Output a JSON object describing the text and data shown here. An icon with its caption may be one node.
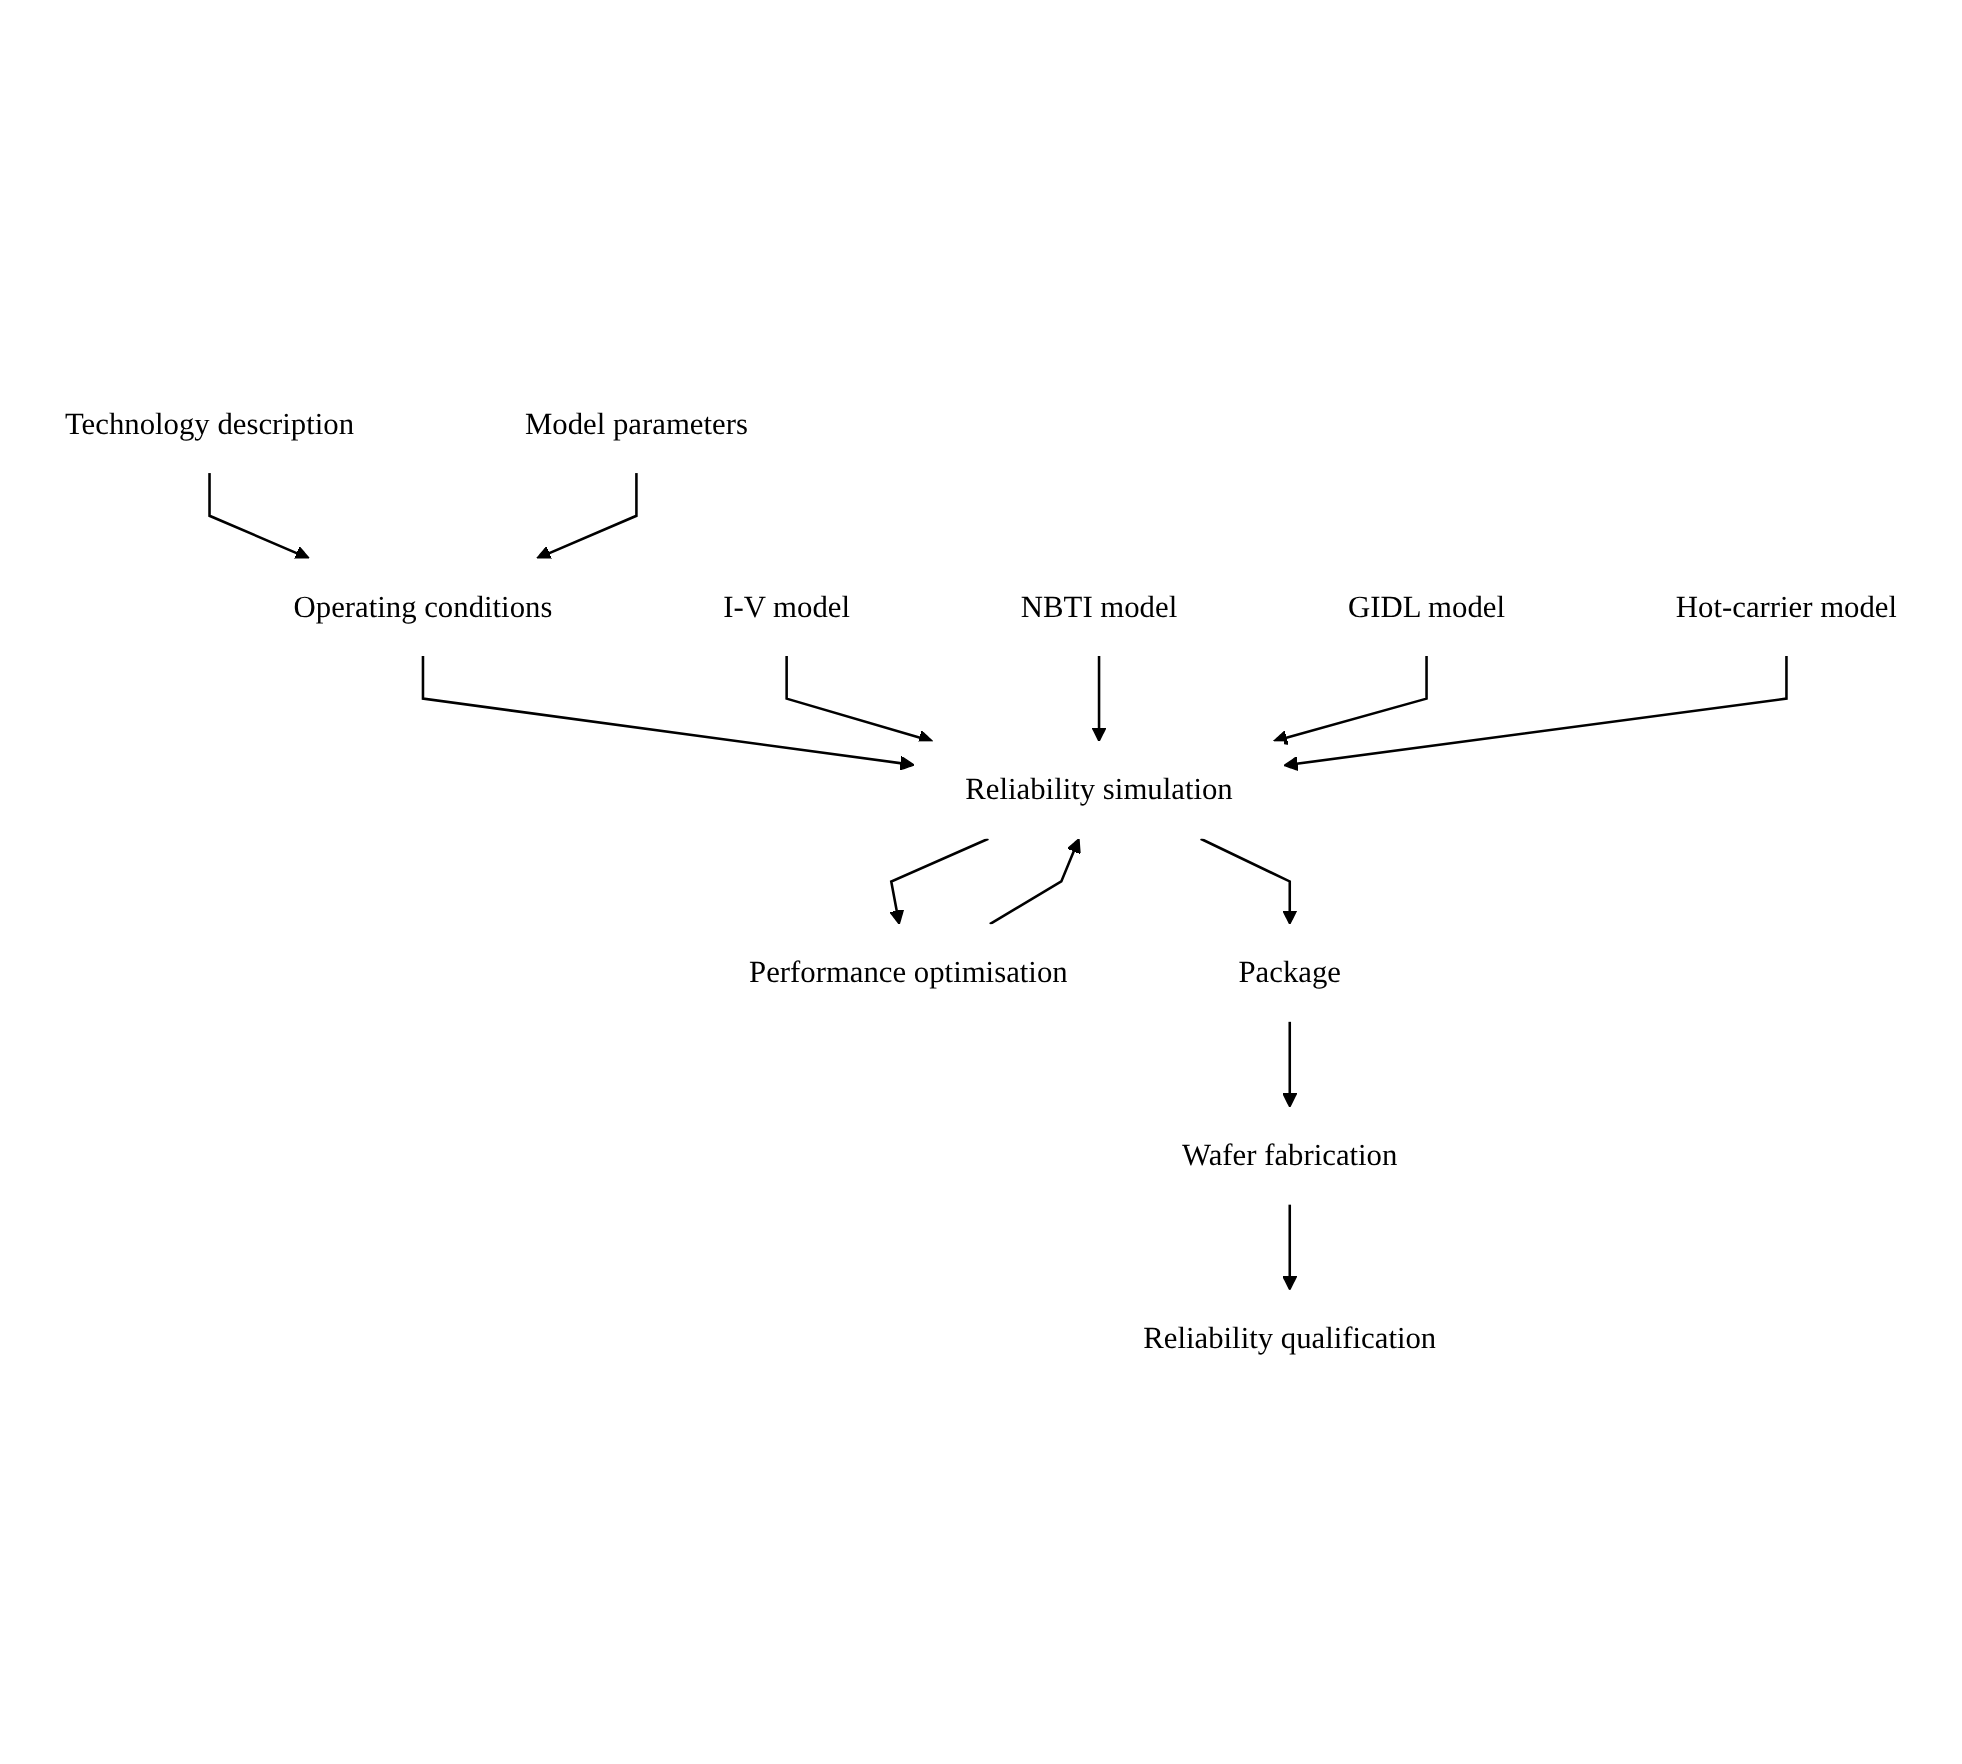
{
  "diagram": {
    "nodes": [
      {
        "text": [
          "Technology description"
        ]
      },
      {
        "text": [
          "Model parameters"
        ]
      },
      {
        "text": [
          "Operating conditions"
        ]
      },
      {
        "text": [
          "I-V model"
        ]
      },
      {
        "text": [
          "NBTI model"
        ]
      },
      {
        "text": [
          "GIDL model"
        ]
      },
      {
        "text": [
          "Hot-carrier model"
        ]
      },
      {
        "text": [
          "Performance optimisation"
        ]
      },
      {
        "text": [
          "Reliability simulation"
        ]
      },
      {
        "text": [
          "Package"
        ]
      },
      {
        "text": [
          "Wafer fabrication"
        ]
      },
      {
        "text": [
          "Reliability qualification"
        ]
      }
    ],
    "edges": [
      {
        "from": 0,
        "to": 2,
        "arrow": "to"
      },
      {
        "from": 1,
        "to": 2,
        "arrow": "to"
      },
      {
        "from": 2,
        "to": 8,
        "arrow": "to"
      },
      {
        "from": 3,
        "to": 8,
        "arrow": "to"
      },
      {
        "from": 4,
        "to": 8,
        "arrow": "to"
      },
      {
        "from": 5,
        "to": 8,
        "arrow": "to"
      },
      {
        "from": 6,
        "to": 8,
        "arrow": "to"
      },
      {
        "from": 7,
        "to": 8,
        "arrow": "to"
      },
      {
        "from": 8,
        "to": 7,
        "arrow": "to"
      },
      {
        "from": 8,
        "to": 9,
        "arrow": "to"
      },
      {
        "from": 9,
        "to": 10,
        "arrow": "to"
      },
      {
        "from": 10,
        "to": 11,
        "arrow": "to"
      }
    ]
  }
}
